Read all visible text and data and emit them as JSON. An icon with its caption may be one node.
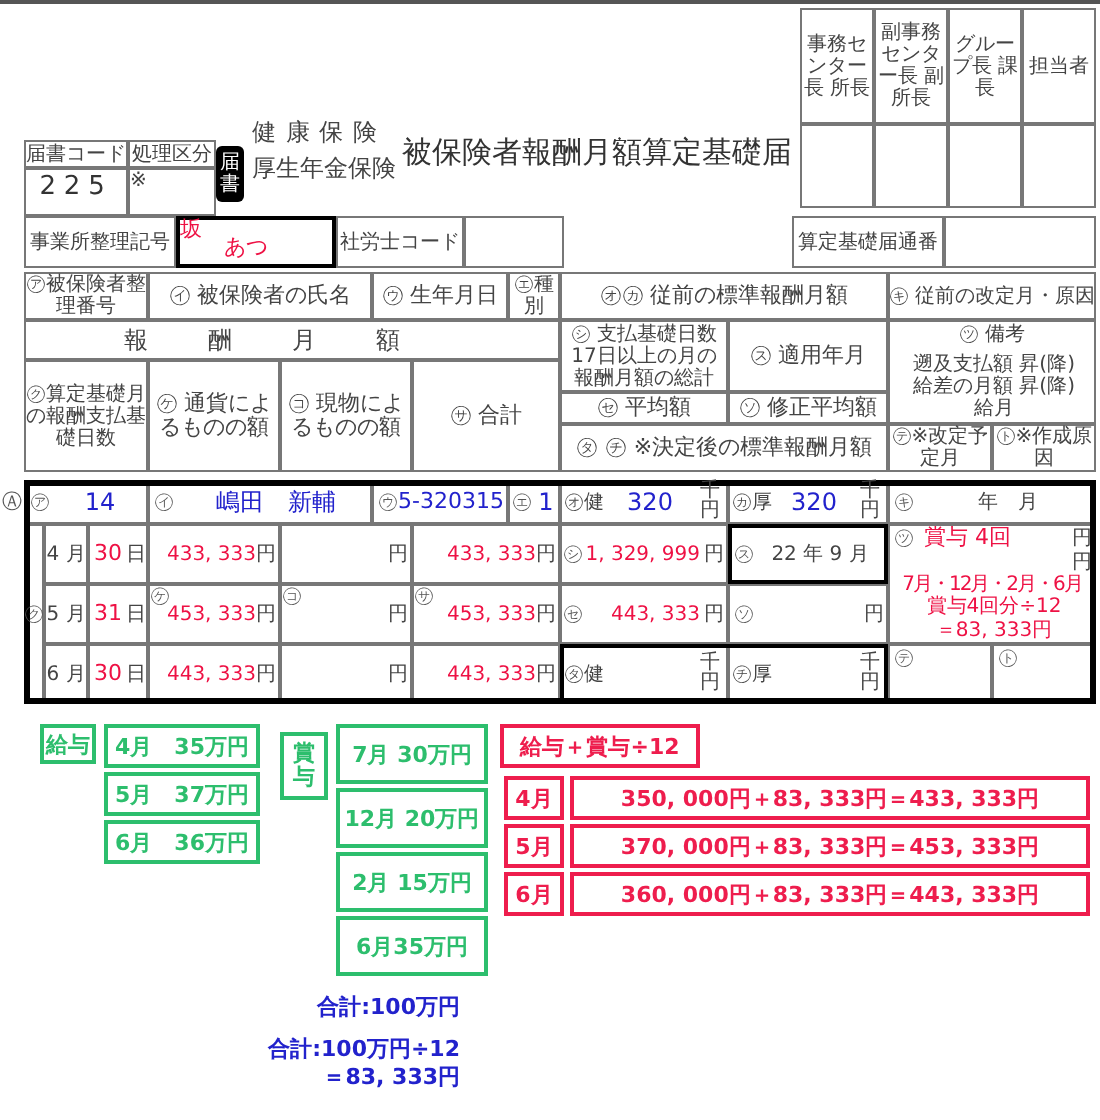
{
  "diagram": {
    "title": "被保険者報酬月額算定基礎届",
    "nodes": [
      {
        "text": [
          "給与"
        ]
      },
      {
        "text": [
          "4月　35万円"
        ]
      },
      {
        "text": [
          "5月　37万円"
        ]
      },
      {
        "text": [
          "6月　36万円"
        ]
      },
      {
        "text": [
          "賞与"
        ]
      },
      {
        "text": [
          "7月 30万円"
        ]
      },
      {
        "text": [
          "12月 20万円"
        ]
      },
      {
        "text": [
          "2月 15万円"
        ]
      },
      {
        "text": [
          "6月35万円"
        ]
      },
      {
        "text": [
          "給与＋賞与÷12"
        ]
      },
      {
        "text": [
          "4月"
        ]
      },
      {
        "text": [
          "350, 000円＋83, 333円＝433, 333円"
        ]
      },
      {
        "text": [
          "5月"
        ]
      },
      {
        "text": [
          "370, 000円＋83, 333円＝453, 333円"
        ]
      },
      {
        "text": [
          "6月"
        ]
      },
      {
        "text": [
          "360, 000円＋83, 333円＝443, 333円"
        ]
      }
    ],
    "labels": [
      "事務センター長 所長",
      "副事務センター長 副所長",
      "グループ長 課長",
      "担当者",
      "健康保険",
      "厚生年金保険",
      "届書コード",
      "処理区分",
      "225",
      "※",
      "届書",
      "事業所整理記号",
      "坂",
      "あつ",
      "社労士コード",
      "算定基礎届通番",
      "㋐被保険者整理番号",
      "㋑ 被保険者の氏名",
      "㋒ 生年月日",
      "㋓種別",
      "㋔㋕ 従前の標準報酬月額",
      "㋖ 従前の改定月・原因",
      "報酬月額",
      "㋛ 支払基礎日数17日以上の月の報酬月額の総計",
      "㋜ 適用年月",
      "㋡ 備考",
      "遡及支払額 昇(降)給差の月額 昇(降)給月",
      "㋗算定基礎月の報酬支払基礎日数",
      "㋘ 通貨によるものの額",
      "㋙ 現物によるものの額",
      "㋚ 合計",
      "㋝ 平均額",
      "㋞ 修正平均額",
      "㋟ ㋠ ※決定後の標準報酬月額",
      "㋢※改定予定月",
      "㋣※作成原因",
      "Ⓐ",
      "㋐",
      "14",
      "㋑",
      "嶋田　新輔",
      "㋒",
      "5-320315",
      "㋓",
      "1",
      "㋔健",
      "320",
      "千円",
      "㋕厚",
      "320",
      "千円",
      "㋖",
      "年　月",
      "4 月",
      "30",
      "日",
      "433, 333",
      "円",
      "円",
      "433, 333",
      "円",
      "㋛",
      "1, 329, 999",
      "円",
      "㋜",
      "22 年 9 月",
      "㋡",
      "賞与 4回",
      "円",
      "㋗",
      "5 月",
      "31",
      "日",
      "㋘",
      "453, 333",
      "円",
      "㋙",
      "円",
      "㋚",
      "453, 333",
      "円",
      "㋝",
      "443, 333",
      "円",
      "㋞",
      "円",
      "円",
      "7月・12月・2月・6月",
      "賞与4回分÷12 ＝83, 333円",
      "6 月",
      "30",
      "日",
      "443, 333",
      "円",
      "円",
      "443, 333",
      "円",
      "㋟健",
      "千円",
      "㋠厚",
      "千円",
      "㋢",
      "㋣",
      "合計:100万円",
      "合計:100万円÷12 ＝83, 333円"
    ]
  }
}
